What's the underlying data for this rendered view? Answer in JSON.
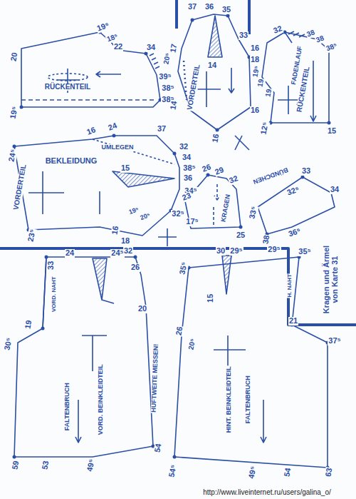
{
  "diagram": {
    "labels": [
      "20",
      "19⁵",
      "18⁵",
      "22",
      "34",
      "39⁵",
      "38⁵",
      "38⁵",
      "19⁵",
      "RÜCKENTEIL",
      "37",
      "36",
      "35",
      "33",
      "16",
      "18",
      "17",
      "20⁵",
      "14",
      "VORDERTEIL",
      "14",
      "16",
      "16",
      "32",
      "38",
      "38",
      "38⁵",
      "19⁵",
      "19",
      "19",
      "FADENLAUF",
      "RÜCKENTEIL",
      "12⁵",
      "15",
      "24⁵",
      "16",
      "24",
      "37",
      "32",
      "34",
      "38⁵",
      "36",
      "34⁵",
      "32⁵",
      "UMLEGEN",
      "BEKLEIDUNG",
      "VORDERTEIL",
      "15",
      "23⁵",
      "16",
      "18",
      "19⁵",
      "20⁵",
      "23",
      "26",
      "29",
      "32",
      "KRAGEN",
      "17⁵",
      "25",
      "BÜNDCHEN",
      "33",
      "34",
      "32⁵",
      "33⁵",
      "36⁵",
      "38",
      "Kragen und Ärmel von Karte 31",
      "33",
      "VORD. NAHT",
      "24",
      "24⁵",
      "32",
      "26",
      "20",
      "19",
      "30⁵",
      "FALTENBRUCH",
      "VORD. BEINKLEIDTEIL",
      "HÜFTWEITE MESSEN!",
      "54",
      "49⁵",
      "53",
      "59",
      "35⁵",
      "30",
      "29⁵",
      "29⁵",
      "35⁵",
      "H. NAHT",
      "15",
      "26",
      "20⁵",
      "21",
      "37⁵",
      "HINT. BEINKLEIDTEIL",
      "FALTENBRUCH",
      "54⁵",
      "49⁵",
      "54",
      "63",
      "http://www.liveinternet.ru/users/galina_o/"
    ]
  }
}
